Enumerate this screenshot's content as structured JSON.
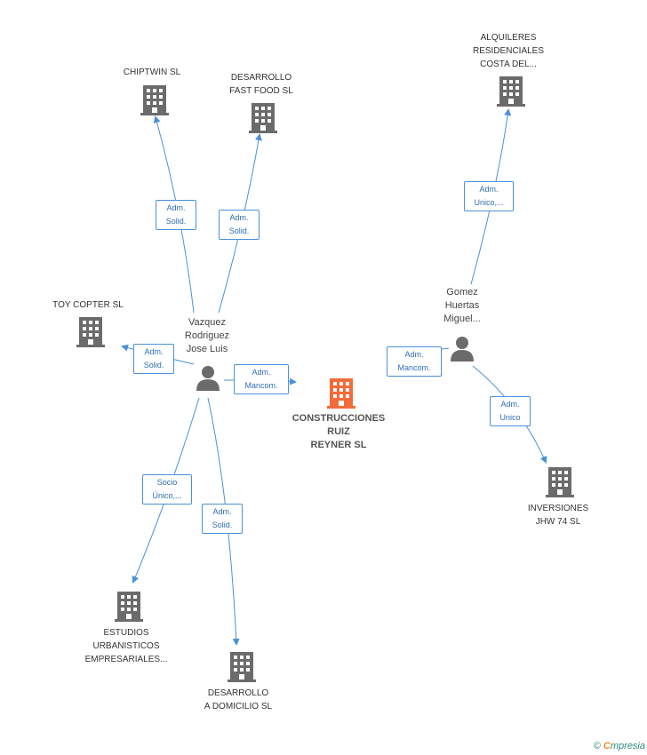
{
  "colors": {
    "edge": "#4a90d9",
    "building": "#6b6b6b",
    "building_main": "#f26b3a",
    "person": "#6b6b6b"
  },
  "nodes": {
    "main": {
      "label": "CONSTRUCCIONES\nRUIZ\nREYNER SL"
    },
    "chiptwin": {
      "label": "CHIPTWIN  SL"
    },
    "desarrollo_ff": {
      "label": "DESARROLLO\nFAST FOOD SL"
    },
    "alquileres": {
      "label": "ALQUILERES\nRESIDENCIALES\nCOSTA DEL..."
    },
    "toy_copter": {
      "label": "TOY COPTER SL"
    },
    "vazquez": {
      "label": "Vazquez\nRodriguez\nJose Luis"
    },
    "gomez": {
      "label": "Gomez\nHuertas\nMiguel..."
    },
    "inversiones": {
      "label": "INVERSIONES\nJHW 74 SL"
    },
    "estudios": {
      "label": "ESTUDIOS\nURBANISTICOS\nEMPRESARIALES..."
    },
    "desarrollo_ad": {
      "label": "DESARROLLO\nA DOMICILIO SL"
    }
  },
  "relations": {
    "r_chiptwin": "Adm.\nSolid.",
    "r_desarrollo_ff": "Adm.\nSolid.",
    "r_toy": "Adm.\nSolid.",
    "r_vazquez_main": "Adm.\nMancom.",
    "r_gomez_main": "Adm.\nMancom.",
    "r_alquileres": "Adm.\nUnico,...",
    "r_inversiones": "Adm.\nUnico",
    "r_estudios": "Socio\nÚnico,...",
    "r_desarrollo_ad": "Adm.\nSolid."
  },
  "footer": {
    "copyright": "©",
    "brand_e": "C",
    "brand_rest": "mpresia"
  }
}
